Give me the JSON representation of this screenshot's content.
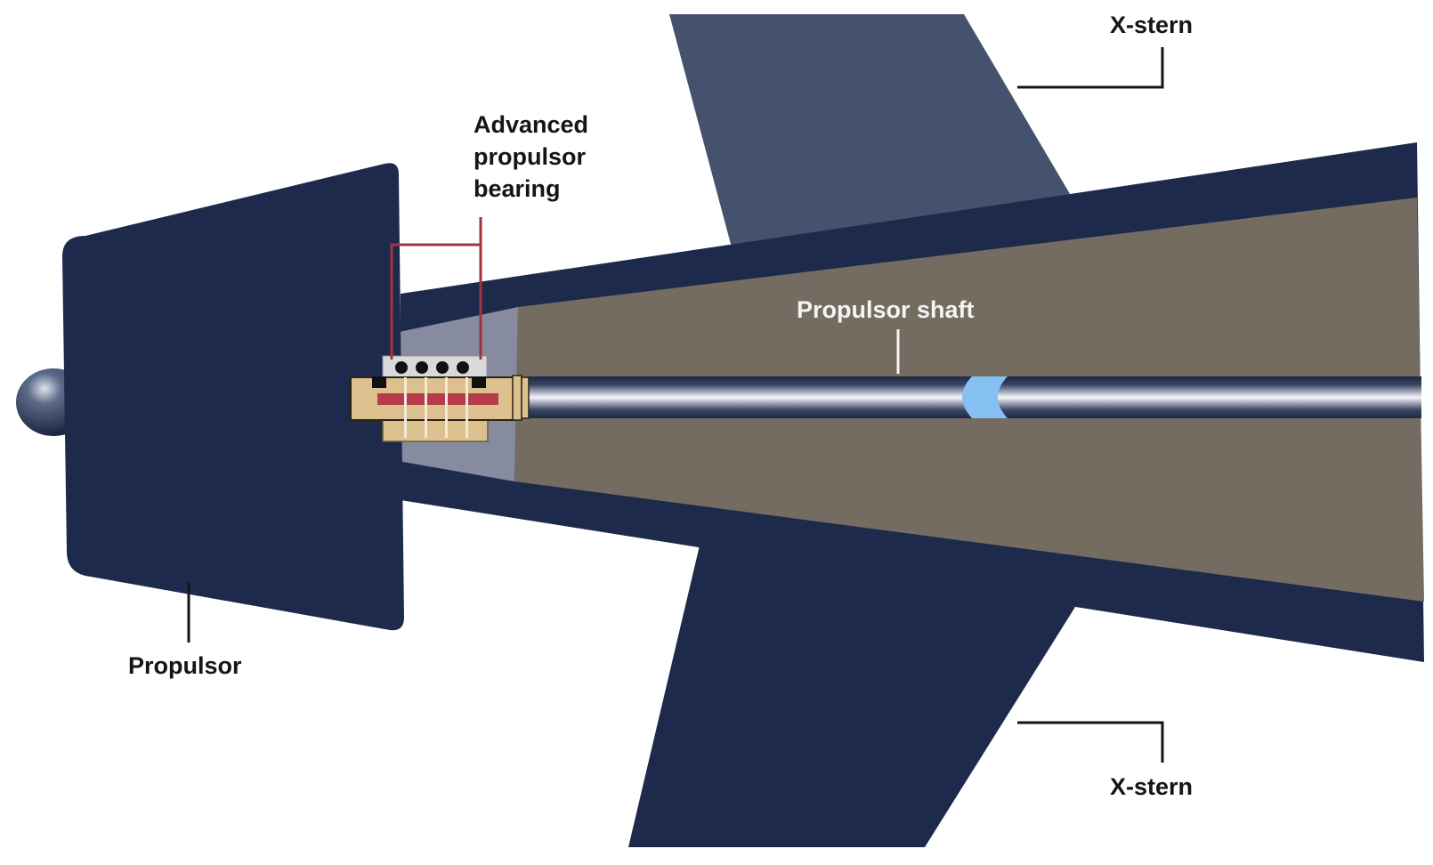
{
  "colors": {
    "hull": "#1d2a4b",
    "fin_upper": "#44526d",
    "interior": "#746c60",
    "bearing_housing": "#868b9f",
    "bearing_body": "#dcc08d",
    "bearing_accent": "#b63c4b",
    "callout_red": "#a33243",
    "shaft": "#303a54",
    "coupling": "#86bff2",
    "label_dark": "#151515",
    "label_light": "#f4f4f4"
  },
  "labels": {
    "x_stern_top": "X-stern",
    "x_stern_bottom": "X-stern",
    "bearing_line1": "Advanced",
    "bearing_line2": "propulsor",
    "bearing_line3": "bearing",
    "shaft": "Propulsor shaft",
    "propulsor": "Propulsor"
  }
}
